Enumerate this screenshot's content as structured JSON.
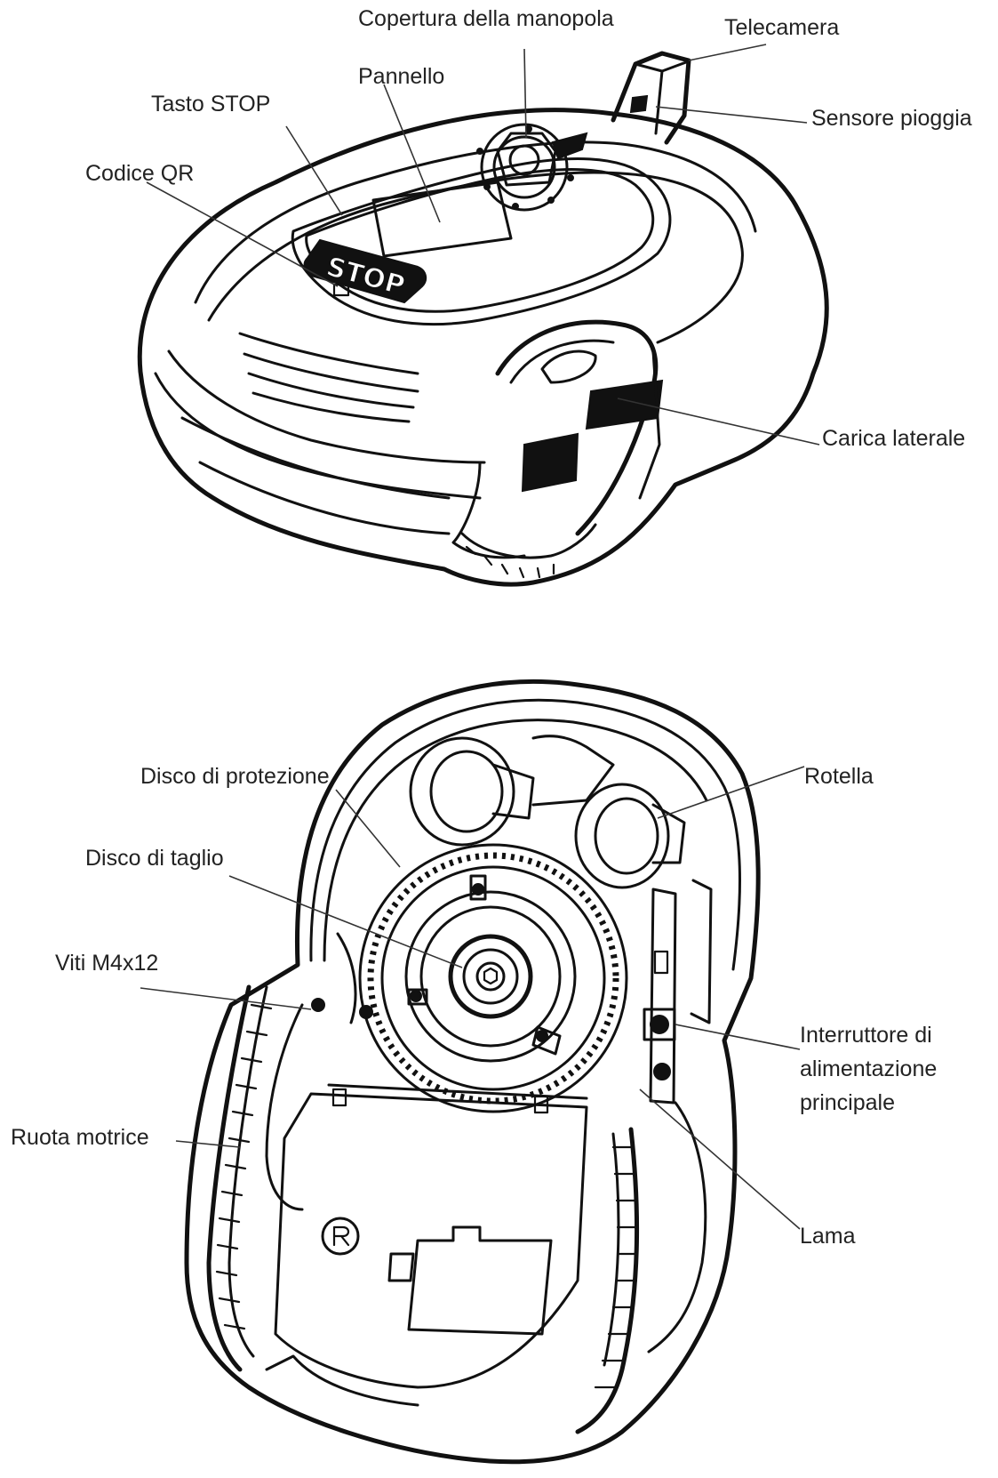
{
  "top_view": {
    "labels": {
      "copertura": "Copertura della manopola",
      "telecamera": "Telecamera",
      "pannello": "Pannello",
      "tasto_stop": "Tasto STOP",
      "sensore": "Sensore pioggia",
      "codice_qr": "Codice QR",
      "carica": "Carica laterale"
    },
    "stop_button_text": "STOP"
  },
  "bottom_view": {
    "labels": {
      "disco_protezione": "Disco di protezione",
      "rotella": "Rotella",
      "disco_taglio": "Disco di taglio",
      "viti": "Viti M4x12",
      "interruttore_line1": "Interruttore di",
      "interruttore_line2": "alimentazione",
      "interruttore_line3": "principale",
      "ruota": "Ruota motrice",
      "lama": "Lama"
    }
  },
  "colors": {
    "ink": "#111111",
    "label_text": "#222222",
    "background": "#ffffff"
  }
}
